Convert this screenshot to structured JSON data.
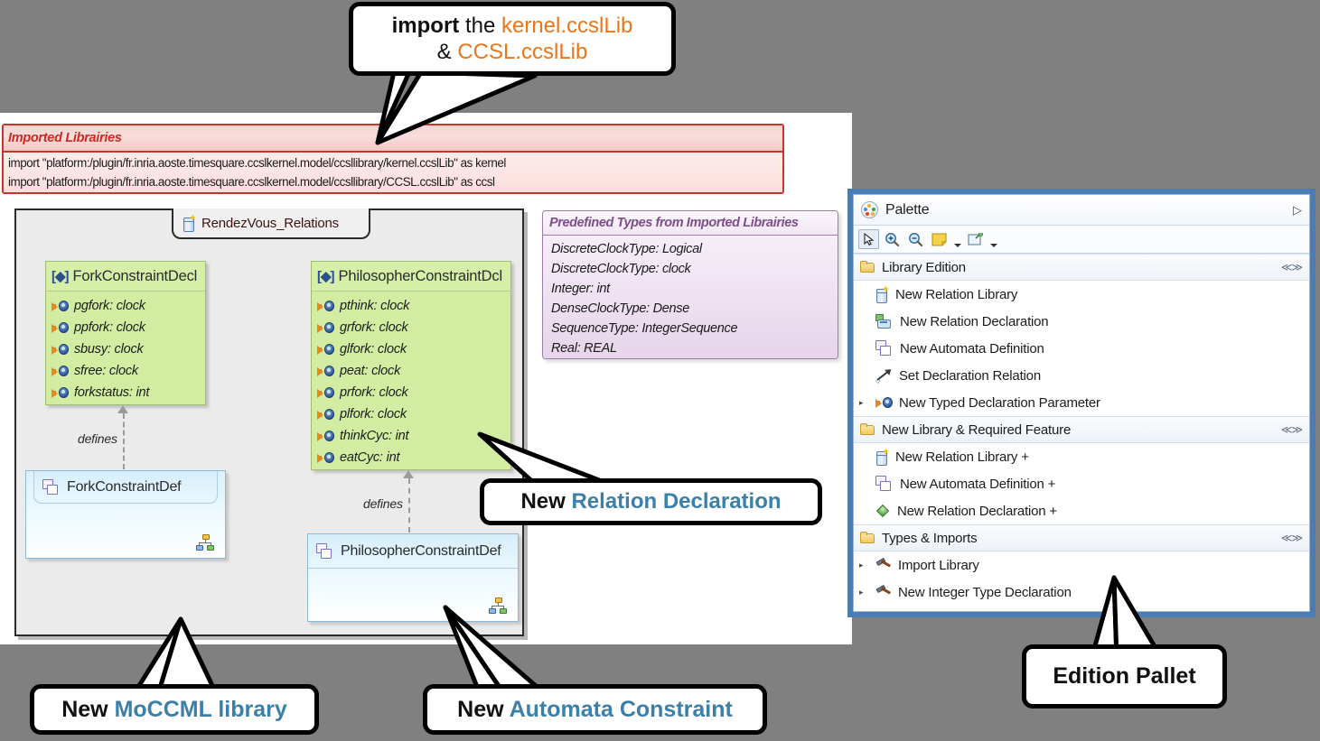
{
  "callouts": {
    "import": {
      "line1_a": "import",
      "line1_b": " the ",
      "line1_c": "kernel.ccslLib",
      "line2_a": "& ",
      "line2_b": "CCSL.ccslLib"
    },
    "relation_declaration": {
      "prefix": "New ",
      "highlight": "Relation Declaration"
    },
    "moccml_library": {
      "prefix": "New ",
      "highlight": "MoCCML library"
    },
    "automata_constraint": {
      "prefix": "New ",
      "highlight": "Automata Constraint"
    },
    "edition_pallet": {
      "label": "Edition Pallet"
    }
  },
  "imported_libraries": {
    "title": "Imported Librairies",
    "lines": [
      "import \"platform:/plugin/fr.inria.aoste.timesquare.ccslkernel.model/ccsllibrary/kernel.ccslLib\" as kernel",
      "import \"platform:/plugin/fr.inria.aoste.timesquare.ccslkernel.model/ccsllibrary/CCSL.ccslLib\" as ccsl"
    ]
  },
  "diagram": {
    "frame_title": "RendezVous_Relations",
    "frame_icon": "library-jar-icon",
    "defines_label": "defines",
    "fork_decl": {
      "name": "ForkConstraintDecl",
      "marker": "[◆]",
      "attributes": [
        "pgfork: clock",
        "ppfork: clock",
        "sbusy: clock",
        "sfree: clock",
        "forkstatus: int"
      ]
    },
    "philosopher_decl": {
      "name": "PhilosopherConstraintDcl",
      "marker": "[◆]",
      "attributes": [
        "pthink: clock",
        "grfork: clock",
        "glfork: clock",
        "peat: clock",
        "prfork: clock",
        "plfork: clock",
        "thinkCyc: int",
        "eatCyc: int"
      ]
    },
    "fork_def": {
      "name": "ForkConstraintDef"
    },
    "philosopher_def": {
      "name": "PhilosopherConstraintDef"
    }
  },
  "predefined_types": {
    "title": "Predefined Types from Imported Librairies",
    "rows": [
      "DiscreteClockType: Logical",
      "DiscreteClockType: clock",
      "Integer: int",
      "DenseClockType: Dense",
      "SequenceType: IntegerSequence",
      "Real: REAL"
    ]
  },
  "palette": {
    "title": "Palette",
    "expand_glyph": "▷",
    "collapse_glyph": "≪≫",
    "toolbar": [
      {
        "name": "select-tool",
        "glyph": "↖"
      },
      {
        "name": "zoom-in-tool",
        "glyph": "+"
      },
      {
        "name": "zoom-out-tool",
        "glyph": "−"
      },
      {
        "name": "note-tool",
        "glyph": ""
      },
      {
        "name": "pin-tool",
        "glyph": ""
      }
    ],
    "groups": [
      {
        "label": "Library Edition",
        "items": [
          {
            "label": "New Relation Library",
            "icon": "library-jar-icon",
            "expandable": false
          },
          {
            "label": "New Relation Declaration",
            "icon": "relation-declaration-icon",
            "expandable": false
          },
          {
            "label": "New Automata Definition",
            "icon": "automata-definition-icon",
            "expandable": false
          },
          {
            "label": "Set Declaration Relation",
            "icon": "set-declaration-relation-icon",
            "expandable": false
          },
          {
            "label": "New Typed Declaration Parameter",
            "icon": "typed-parameter-icon",
            "expandable": true
          }
        ]
      },
      {
        "label": "New Library & Required Feature",
        "items": [
          {
            "label": "New Relation Library +",
            "icon": "library-jar-icon",
            "expandable": false
          },
          {
            "label": "New Automata Definition +",
            "icon": "automata-definition-icon",
            "expandable": false
          },
          {
            "label": "New Relation Declaration +",
            "icon": "green-diamond-icon",
            "expandable": false
          }
        ]
      },
      {
        "label": "Types & Imports",
        "items": [
          {
            "label": "Import Library",
            "icon": "hammer-icon",
            "expandable": true
          },
          {
            "label": "New Integer Type Declaration",
            "icon": "hammer-icon",
            "expandable": true
          }
        ]
      }
    ]
  },
  "colors": {
    "background": "#808080",
    "accent_orange": "#e8761a",
    "accent_blue": "#3c7fa8",
    "palette_frame": "#4a7db5",
    "library_red": "#c0392b",
    "decl_green": "#d2eda1",
    "def_blue": "#ddf1fb",
    "types_purple": "#9b7da8"
  }
}
